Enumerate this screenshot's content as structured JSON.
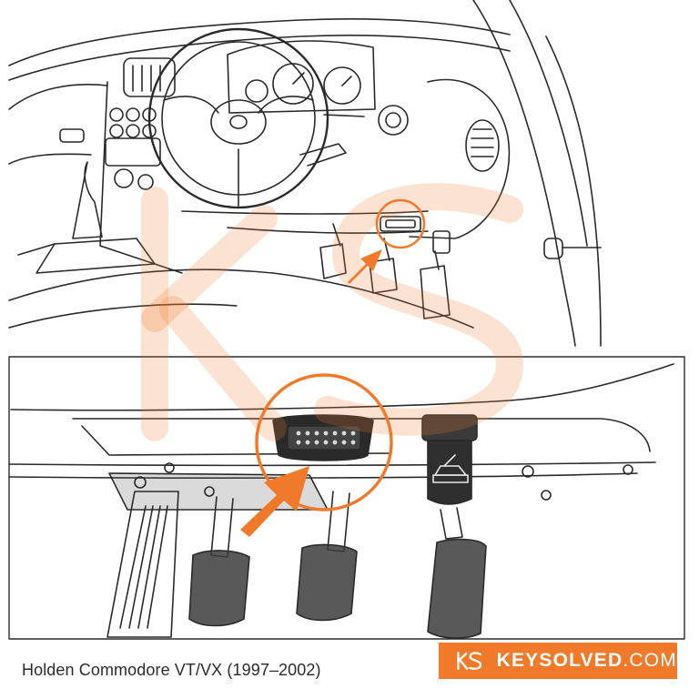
{
  "caption": "Holden Commodore VT/VX (1997–2002)",
  "brand": {
    "name": "KEYSOLVED",
    "domain": ".COM"
  },
  "colors": {
    "accent": "#f07a2a",
    "watermark": "#f8d3bb",
    "line": "#2a2a2a"
  },
  "icons": {
    "hood_release": "car-hood-icon",
    "logo": "ks-monogram-icon"
  }
}
